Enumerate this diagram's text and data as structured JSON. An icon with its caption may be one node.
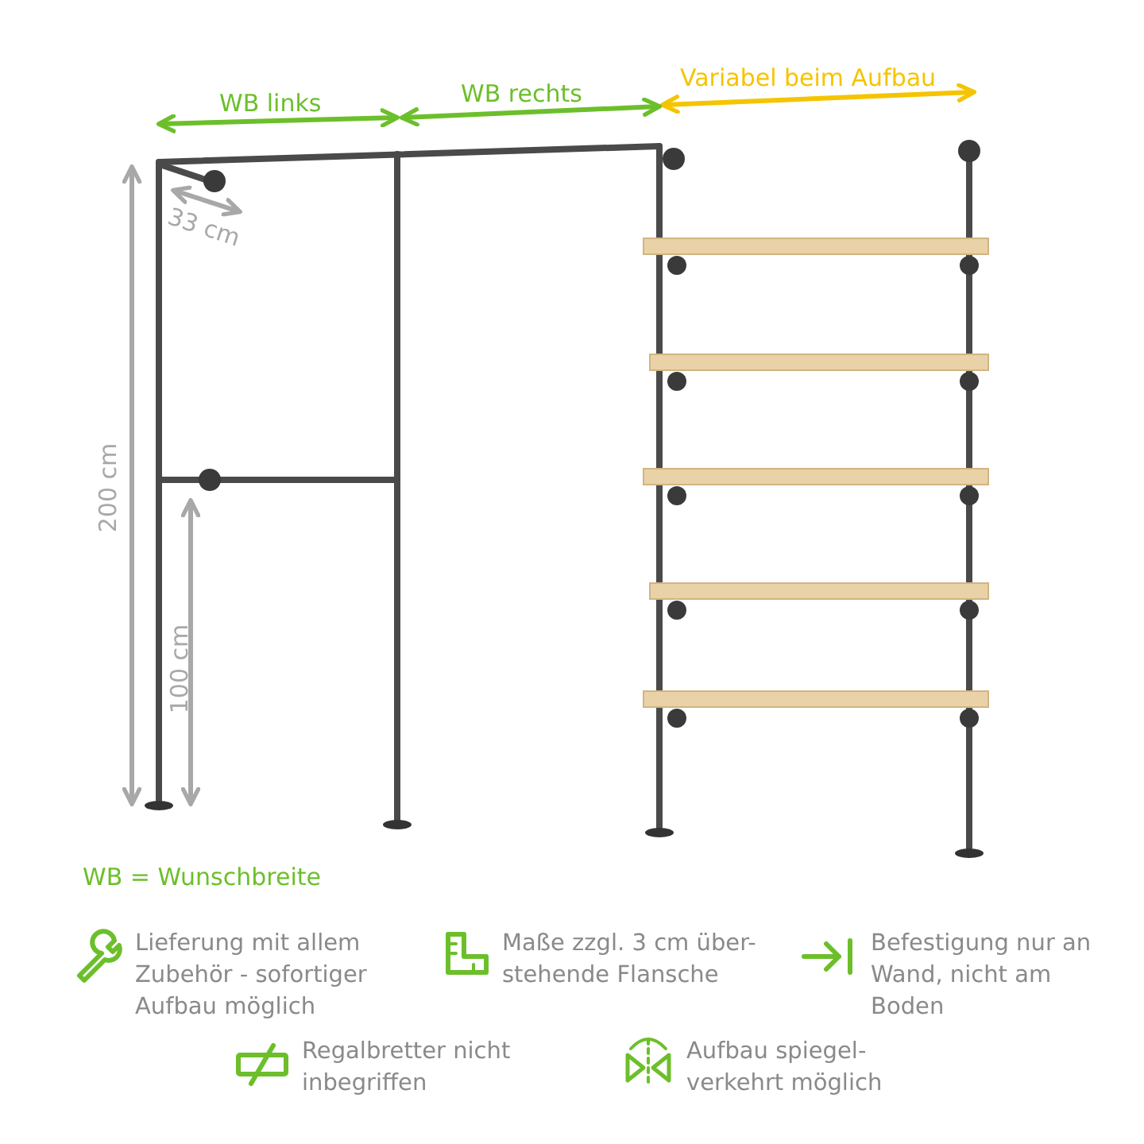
{
  "diagram": {
    "labels": [
      "Variabel beim Aufbau",
      "WB links",
      "WB rechts",
      "33 cm",
      "200 cm",
      "100 cm",
      "WB = Wunschbreite",
      "Lieferung mit allem Zubehör - sofortiger Aufbau möglich",
      "Maße zzgl. 3 cm über- stehende Flansche",
      "Befestigung nur an Wand, nicht am Boden",
      "Regalbretter nicht inbegriffen",
      "Aufbau spiegel- verkehrt möglich"
    ]
  }
}
